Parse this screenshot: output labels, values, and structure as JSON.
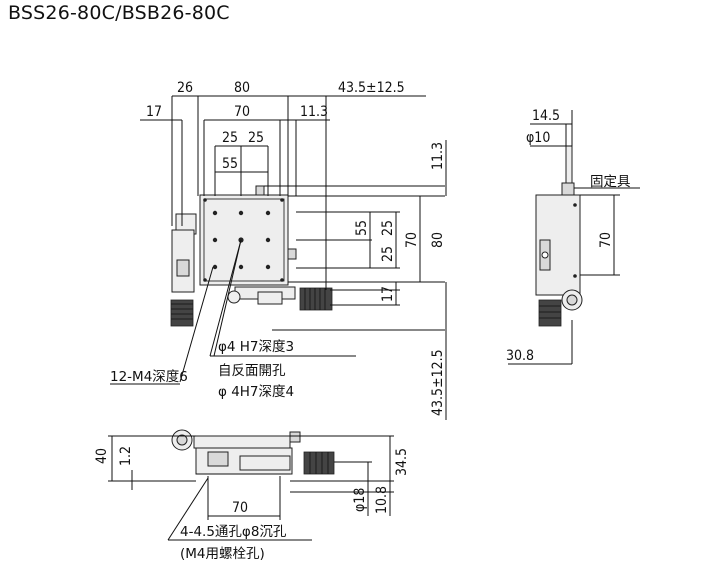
{
  "title": "BSS26-80C/BSB26-80C",
  "top_view": {
    "dims": {
      "d26": "26",
      "d80_top": "80",
      "d43_top": "43.5±12.5",
      "d17_top": "17",
      "d70_top": "70",
      "d11_3_top": "11.3",
      "d25_a": "25",
      "d25_b": "25",
      "d55_top": "55",
      "d11_3_right": "11.3",
      "d55_right": "55",
      "d25_right_a": "25",
      "d70_right": "70",
      "d25_right_b": "25",
      "d80_right": "80",
      "d17_right": "17",
      "d43_bottom": "43.5±12.5"
    },
    "notes": {
      "pin_hole": "φ4 H7深度3",
      "rear_open": "自反面開孔",
      "rear_pin": "φ 4H7深度4",
      "tap_holes": "12-M4深度6"
    }
  },
  "side_view": {
    "dims": {
      "d14_5": "14.5",
      "d10": "φ10",
      "clamp": "固定具",
      "d70": "70",
      "d30_8": "30.8"
    }
  },
  "front_view": {
    "dims": {
      "d40": "40",
      "d1_2": "1.2",
      "d34_5": "34.5",
      "d18": "φ18",
      "d10_8": "10.8",
      "d70": "70"
    },
    "notes": {
      "holes": "4-4.5通孔φ8沉孔",
      "holes_sub": "(M4用螺栓孔)"
    }
  }
}
